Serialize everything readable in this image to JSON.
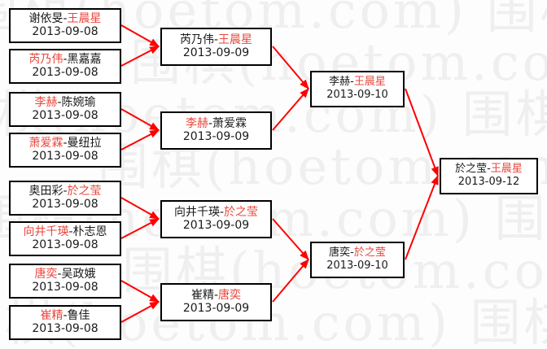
{
  "watermark": {
    "text": "围棋(hoetom.com)",
    "color": "#f0eff0"
  },
  "colors": {
    "winner": "#e8463c",
    "connector": "#ff0000",
    "box_border": "#000000",
    "text": "#1a1a1a"
  },
  "bracket": {
    "separator": "-",
    "rounds": [
      {
        "name": "round-1",
        "matches": [
          {
            "left": "谢依旻",
            "right": "王晨星",
            "winner": "right",
            "date": "2013-09-08"
          },
          {
            "left": "芮乃伟",
            "right": "黑嘉嘉",
            "winner": "left",
            "date": "2013-09-08"
          },
          {
            "left": "李赫",
            "right": "陈婉瑜",
            "winner": "left",
            "date": "2013-09-08"
          },
          {
            "left": "萧爱霖",
            "right": "曼纽拉",
            "winner": "left",
            "date": "2013-09-08"
          },
          {
            "left": "奥田彩",
            "right": "於之莹",
            "winner": "right",
            "date": "2013-09-08"
          },
          {
            "left": "向井千瑛",
            "right": "朴志恩",
            "winner": "left",
            "date": "2013-09-08"
          },
          {
            "left": "唐奕",
            "right": "吴政娥",
            "winner": "left",
            "date": "2013-09-08"
          },
          {
            "left": "崔精",
            "right": "鲁佳",
            "winner": "left",
            "date": "2013-09-08"
          }
        ]
      },
      {
        "name": "round-2",
        "matches": [
          {
            "left": "芮乃伟",
            "right": "王晨星",
            "winner": "right",
            "date": "2013-09-09"
          },
          {
            "left": "李赫",
            "right": "萧爱霖",
            "winner": "left",
            "date": "2013-09-09"
          },
          {
            "left": "向井千瑛",
            "right": "於之莹",
            "winner": "right",
            "date": "2013-09-09"
          },
          {
            "left": "崔精",
            "right": "唐奕",
            "winner": "right",
            "date": "2013-09-09"
          }
        ]
      },
      {
        "name": "semifinal",
        "matches": [
          {
            "left": "李赫",
            "right": "王晨星",
            "winner": "right",
            "date": "2013-09-10"
          },
          {
            "left": "唐奕",
            "right": "於之莹",
            "winner": "right",
            "date": "2013-09-10"
          }
        ]
      },
      {
        "name": "final",
        "matches": [
          {
            "left": "於之莹",
            "right": "王晨星",
            "winner": "right",
            "date": "2013-09-12"
          }
        ]
      }
    ]
  }
}
